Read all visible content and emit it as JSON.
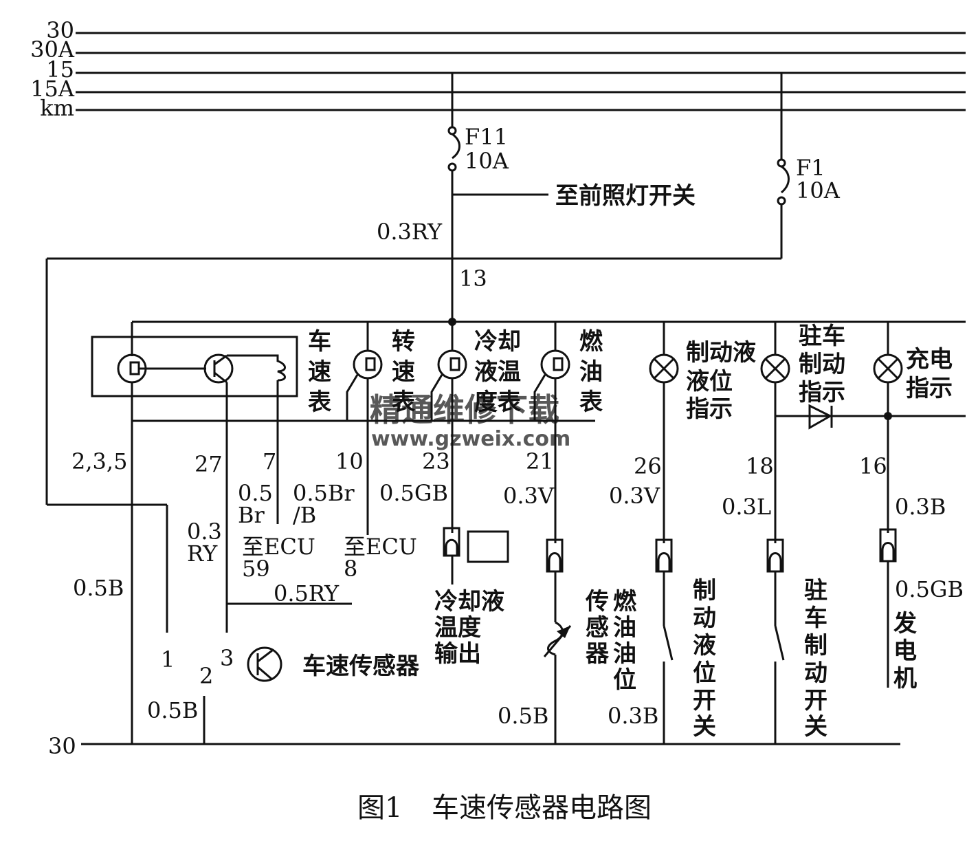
{
  "bus": {
    "l30": "30",
    "l30a": "30A",
    "l15": "15",
    "l15a": "15A",
    "lkm": "km"
  },
  "fuse_f11": {
    "name": "F11",
    "rating": "10A"
  },
  "fuse_f1": {
    "name": "F1",
    "rating": "10A"
  },
  "to_headlight": "至前照灯开关",
  "wire_03ry": "0.3RY",
  "node_13": "13",
  "gauges": {
    "speedo": [
      "车",
      "速",
      "表"
    ],
    "tacho": [
      "转",
      "速",
      "表"
    ],
    "coolant": [
      "冷却",
      "液温",
      "度表"
    ],
    "fuel": [
      "燃",
      "油",
      "表"
    ]
  },
  "lamps": {
    "brake_fluid": [
      "制动液",
      "液位",
      "指示"
    ],
    "parking": [
      "驻车",
      "制动",
      "指示"
    ],
    "charge": [
      "充电",
      "指示"
    ]
  },
  "pins": {
    "p235": "2,3,5",
    "p27": "27",
    "p7": "7",
    "p10": "10",
    "p23": "23",
    "p21": "21",
    "p26": "26",
    "p18": "18",
    "p16": "16"
  },
  "wires": {
    "w05_a": "0.5",
    "w_br_a": "Br",
    "w05br": "0.5Br",
    "w_b_slash": "/B",
    "w05gb": "0.5GB",
    "w03v_a": "0.3V",
    "w03v_b": "0.3V",
    "w03l": "0.3L",
    "w03b_a": "0.3B",
    "w03_ry_a": "0.3",
    "w03_ry_b": "RY",
    "w05b_left": "0.5B",
    "w05ry": "0.5RY",
    "w05b_s2": "0.5B",
    "w05b_fuel": "0.5B",
    "w03b_b": "0.3B",
    "w05gb_b": "0.5GB"
  },
  "ecu": {
    "a1": "至ECU",
    "a2": "59",
    "b1": "至ECU",
    "b2": "8"
  },
  "sensor": {
    "label": "车速传感器",
    "t1": "1",
    "t2": "2",
    "t3": "3"
  },
  "coolant_output": [
    "冷却液",
    "温度",
    "输出"
  ],
  "fuel_sender": {
    "col1": [
      "传",
      "感",
      "器"
    ],
    "col2": [
      "燃",
      "油",
      "油",
      "位"
    ]
  },
  "brake_switch": [
    "制",
    "动",
    "液",
    "位",
    "开",
    "关"
  ],
  "park_switch": [
    "驻",
    "车",
    "制",
    "动",
    "开",
    "关"
  ],
  "generator": [
    "发",
    "电",
    "机"
  ],
  "ground_label": "30",
  "watermark": {
    "cn": "精通维修下载",
    "url": "www.gzweix.com",
    "color": "#f4a582"
  },
  "caption": {
    "fig": "图1",
    "title": "车速传感器电路图"
  }
}
